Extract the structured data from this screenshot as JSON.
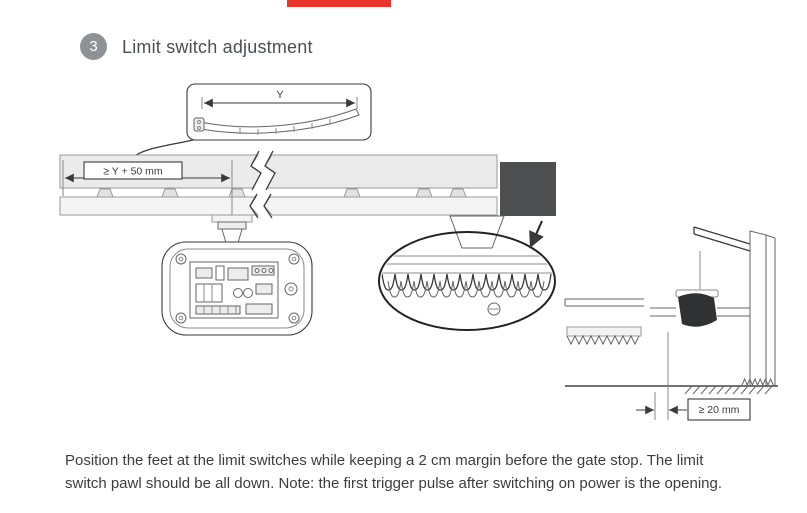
{
  "header": {
    "step_number": "3",
    "title": "Limit switch adjustment"
  },
  "diagram": {
    "inset_label": "Y",
    "rail_dimension_label": "≥ Y + 50 mm",
    "gap_dimension_label": "≥ 20 mm"
  },
  "footer": {
    "line1": "Position the feet at the limit switches while keeping a 2 cm margin before the gate stop. The limit",
    "line2": "switch pawl should be all down. Note: the first trigger pulse after switching on power is the opening."
  },
  "colors": {
    "accent_red": "#e8362d",
    "badge_gray": "#8e9296",
    "line_dark": "#3a3a3a",
    "rail_fill": "#ebebeb",
    "block_dark": "#4d4f50"
  }
}
